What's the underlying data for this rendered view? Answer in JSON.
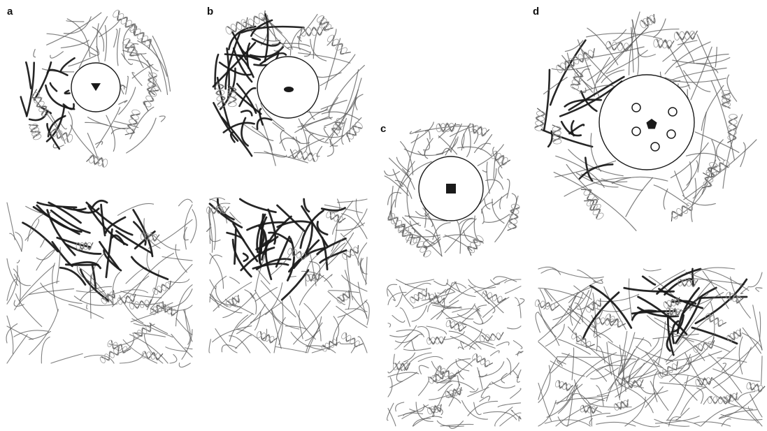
{
  "figure": {
    "panel_labels": [
      "a",
      "b",
      "c",
      "d"
    ],
    "panels": [
      {
        "label": "a",
        "views": [
          "top-view-trimer",
          "side-view-trimer"
        ],
        "central_symbol": "triangle"
      },
      {
        "label": "b",
        "views": [
          "top-view-dimer",
          "side-view-dimer"
        ],
        "central_symbol": "ellipse"
      },
      {
        "label": "c",
        "views": [
          "top-view-tetramer",
          "side-view-tetramer"
        ],
        "central_symbol": "square"
      },
      {
        "label": "d",
        "views": [
          "top-view-pentamer",
          "side-view-pentamer"
        ],
        "central_symbol": "pentagon"
      }
    ],
    "colors": {
      "ink": "#1a1a1a",
      "mid": "#555555",
      "light": "#9a9a9a",
      "paper": "#ffffff"
    }
  }
}
